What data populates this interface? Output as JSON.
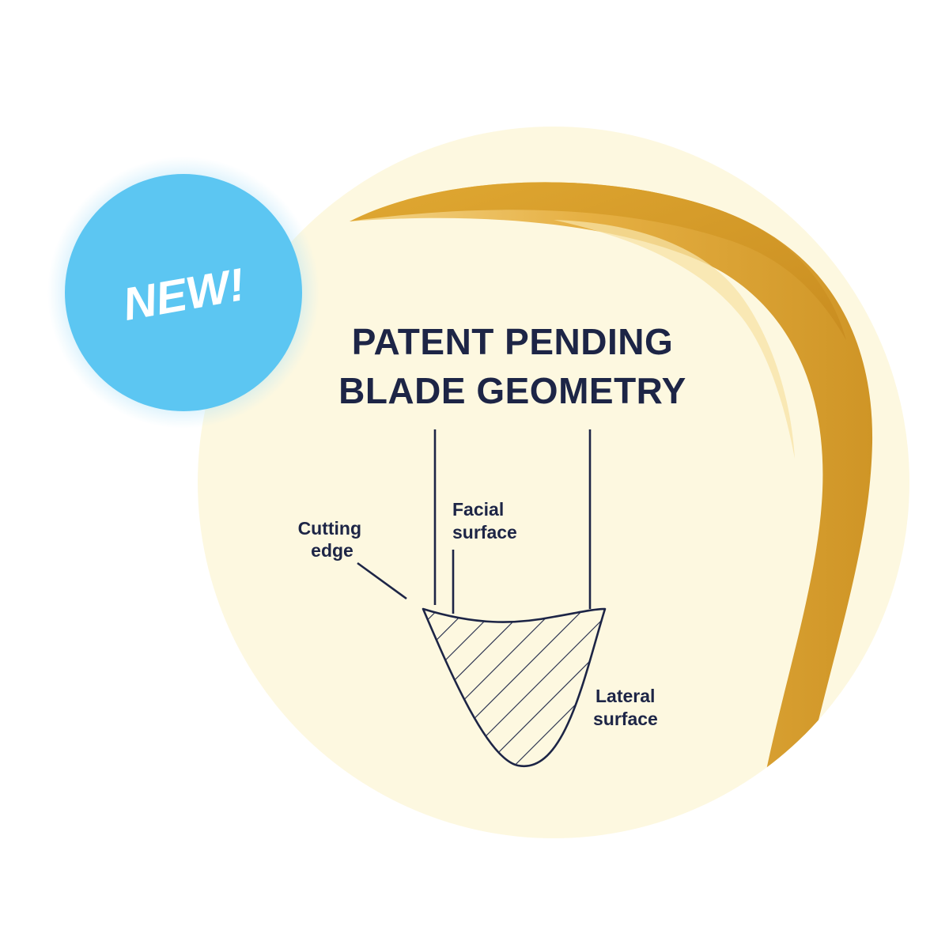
{
  "badge": {
    "label": "NEW!",
    "color": "#5cc6f2"
  },
  "title": {
    "line1": "PATENT PENDING",
    "line2": "BLADE GEOMETRY"
  },
  "labels": {
    "cutting_edge": [
      "Cutting",
      "edge"
    ],
    "facial_surface": [
      "Facial",
      "surface"
    ],
    "lateral_surface": [
      "Lateral",
      "surface"
    ]
  },
  "colors": {
    "disc": "#fdf8e0",
    "ink": "#1d2546",
    "blade_gold": "#e3ac3a",
    "blade_highlight": "#f7e3a6"
  }
}
